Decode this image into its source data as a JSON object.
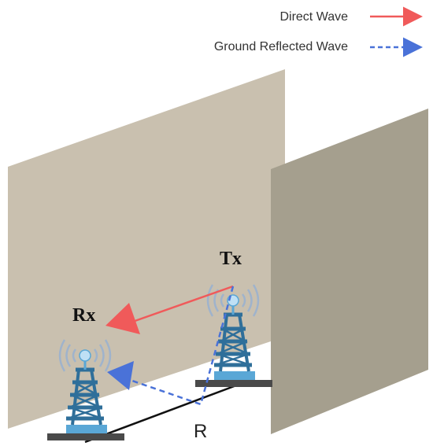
{
  "legend": {
    "direct_label": "Direct Wave",
    "reflected_label": "Ground Reflected Wave"
  },
  "labels": {
    "transmitter": "Tx",
    "receiver": "Rx",
    "distance": "R"
  },
  "colors": {
    "direct_wave": "#f05a5a",
    "reflected_wave": "#4a72d8",
    "left_wall": "#c9c0af",
    "right_wall": "#a59f8e",
    "tower": "#2f6f9a",
    "tower_light": "#5aa7d6",
    "base": "#4a4a4a",
    "signal": "#9fb3cc"
  }
}
